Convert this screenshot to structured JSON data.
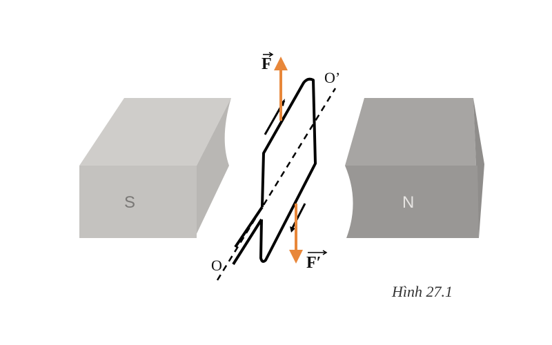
{
  "figure": {
    "caption": "Hình 27.1",
    "magnet_south_label": "S",
    "magnet_north_label": "N",
    "force_top_label": "F",
    "force_bottom_label": "F′",
    "axis_top_label": "O’",
    "axis_bottom_label": "O"
  },
  "colors": {
    "force_arrow": "#e8873a",
    "magnet_s_front": "#c8c6c3",
    "magnet_n_front": "#9e9c9a"
  }
}
